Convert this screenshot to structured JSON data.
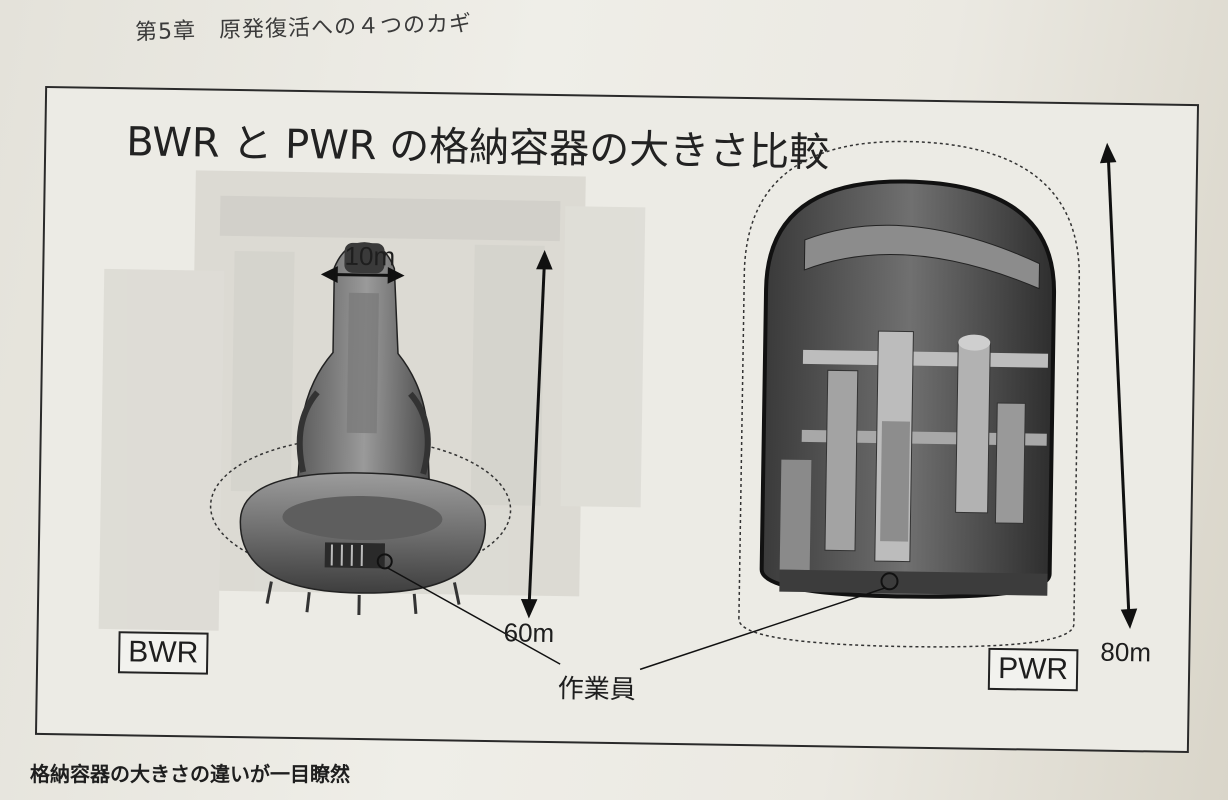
{
  "page": {
    "chapter_header": "第5章　原発復活への４つのカギ",
    "caption": "格納容器の大きさの違いが一目瞭然"
  },
  "figure": {
    "title": "BWR と PWR の格納容器の大きさ比較",
    "bwr": {
      "label": "BWR",
      "width_label": "10m",
      "height_label": "60m"
    },
    "pwr": {
      "label": "PWR",
      "height_label": "80m"
    },
    "worker_label": "作業員"
  }
}
